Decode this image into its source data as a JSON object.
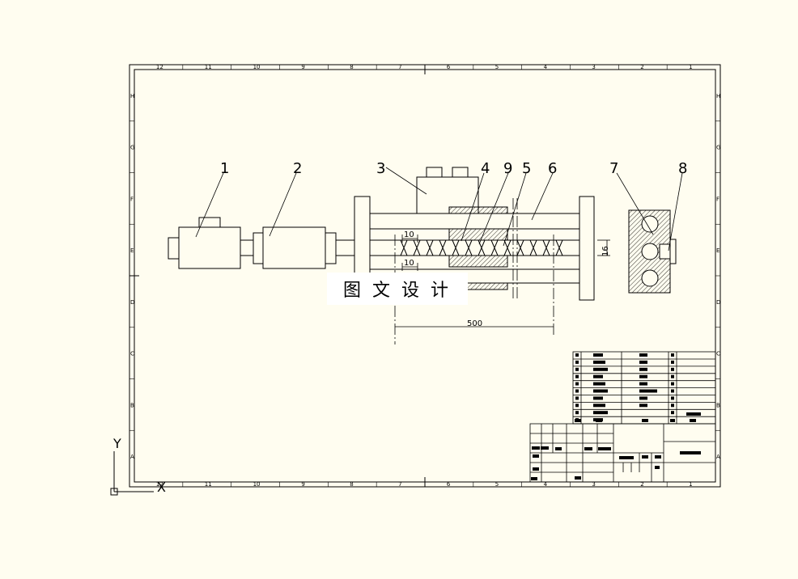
{
  "drawing": {
    "part_labels": [
      "1",
      "2",
      "3",
      "4",
      "9",
      "5",
      "6",
      "7",
      "8"
    ],
    "dimension_top": "10",
    "dimension_bottom": "10",
    "dimension_vertical": "16",
    "dimension_length": "500",
    "watermark": "图文设计",
    "zone_columns": [
      "12",
      "11",
      "10",
      "9",
      "8",
      "7",
      "6",
      "5",
      "4",
      "3",
      "2",
      "1"
    ],
    "zone_rows": [
      "H",
      "G",
      "F",
      "E",
      "D",
      "C",
      "B",
      "A"
    ],
    "ucs_x": "X",
    "ucs_y": "Y"
  },
  "colors": {
    "background": "#fffdf0",
    "line": "#000000",
    "watermark_bg": "#ffffff"
  }
}
